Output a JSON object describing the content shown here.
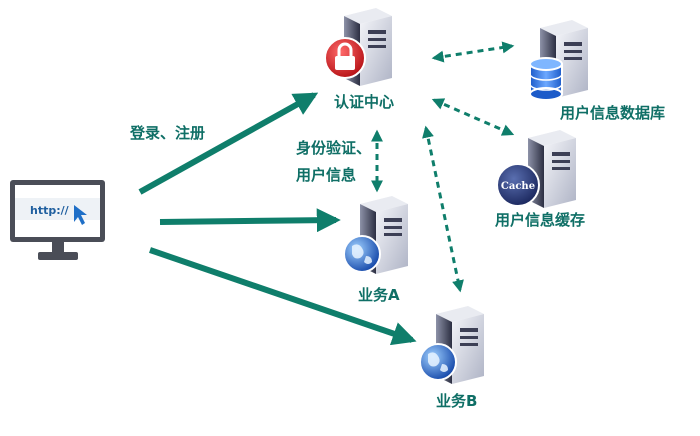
{
  "browser": {
    "url_text": "http://"
  },
  "edges": {
    "login_label": "登录、注册",
    "verify_label_line1": "身份验证、",
    "verify_label_line2": "用户信息"
  },
  "nodes": {
    "auth_center": "认证中心",
    "user_db": "用户信息数据库",
    "user_cache": "用户信息缓存",
    "cache_badge": "Cache",
    "service_a": "业务A",
    "service_b": "业务B"
  },
  "colors": {
    "arrow": "#0f7e6b",
    "label": "#0f6f66",
    "server_body": "#3c3f55",
    "server_face": "#dcdfe8"
  },
  "icons": {
    "client": "monitor-icon",
    "auth": "lock-icon",
    "db": "database-icon",
    "cache": "cache-icon",
    "service": "globe-icon"
  }
}
